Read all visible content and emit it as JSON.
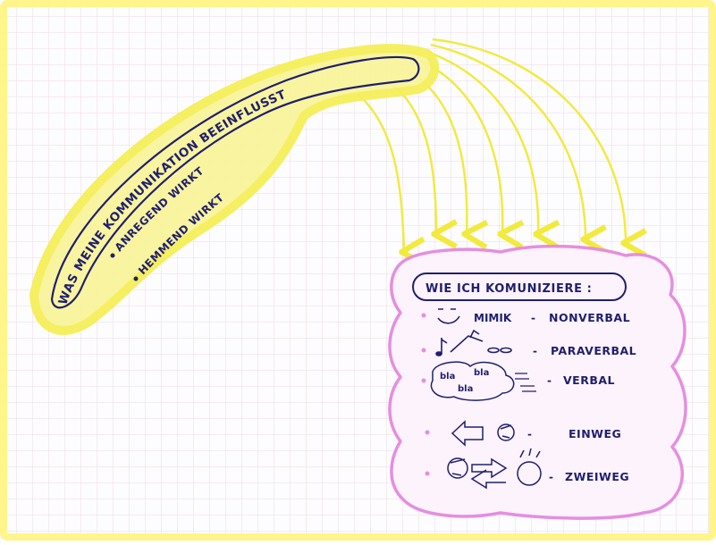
{
  "colors": {
    "paper": "#fdfcfe",
    "grid": "#eadbe3",
    "frame": "#fff58a",
    "yellow_highlight": "#f5ef5a",
    "ink": "#1f1f6e",
    "pink": "#e58ee0",
    "green": "#3f8a2e"
  },
  "left_bubble": {
    "title": "WAS MEINE KOMMUNIKATION BEEINFLUSST",
    "items": [
      "ANREGEND WIRKT",
      "HEMMEND WIRKT"
    ]
  },
  "right_cloud": {
    "title": "WIE ICH KOMUNIZIERE :",
    "items": [
      {
        "icon": "smiley-face-icon",
        "label": "MIMIK",
        "category": "NONVERBAL"
      },
      {
        "icon": "music-notes-icon",
        "label": "",
        "category": "PARAVERBAL"
      },
      {
        "icon": "speech-bubble-icon",
        "bubble_words": [
          "bla",
          "bla",
          "bla"
        ],
        "label": "",
        "category": "VERBAL"
      },
      {
        "icon": "one-way-arrow-icon",
        "label": "",
        "category": "EINWEG"
      },
      {
        "icon": "two-way-arrows-icon",
        "label": "",
        "category": "ZWEIWEG"
      }
    ]
  },
  "dash": "-"
}
